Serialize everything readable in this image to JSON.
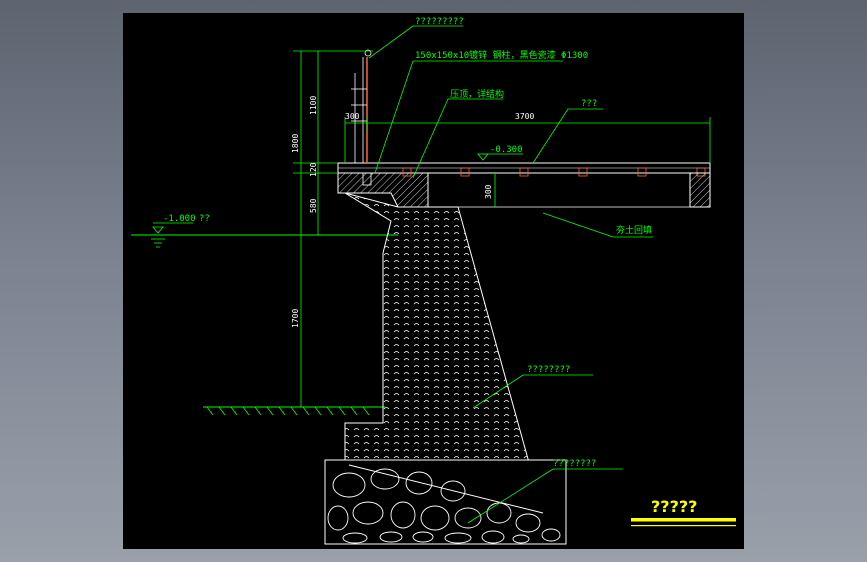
{
  "labels": {
    "railing_note": "?????????",
    "post_spec": "150x150x10镀锌 钢柱，黑色瓷漆 Φ1300",
    "beam_note": "压顶，详结构",
    "deck_note": "???",
    "deck_level": "-0.300",
    "water_level": "-1.000",
    "water_note": "??",
    "wall_note": "????????",
    "base_note": "????????",
    "fill_note": "夯土回填",
    "title": "?????"
  },
  "dimensions": {
    "d300_top": "300",
    "d3700": "3700",
    "d1100": "1100",
    "d1800": "1800",
    "d120": "120",
    "d580": "580",
    "d1700": "1700",
    "d300_beam": "300"
  },
  "colors": {
    "background": "#000000",
    "annotation": "#00ff00",
    "structure": "#ffffff",
    "railing": "#ff6633",
    "title": "#ffff00"
  }
}
